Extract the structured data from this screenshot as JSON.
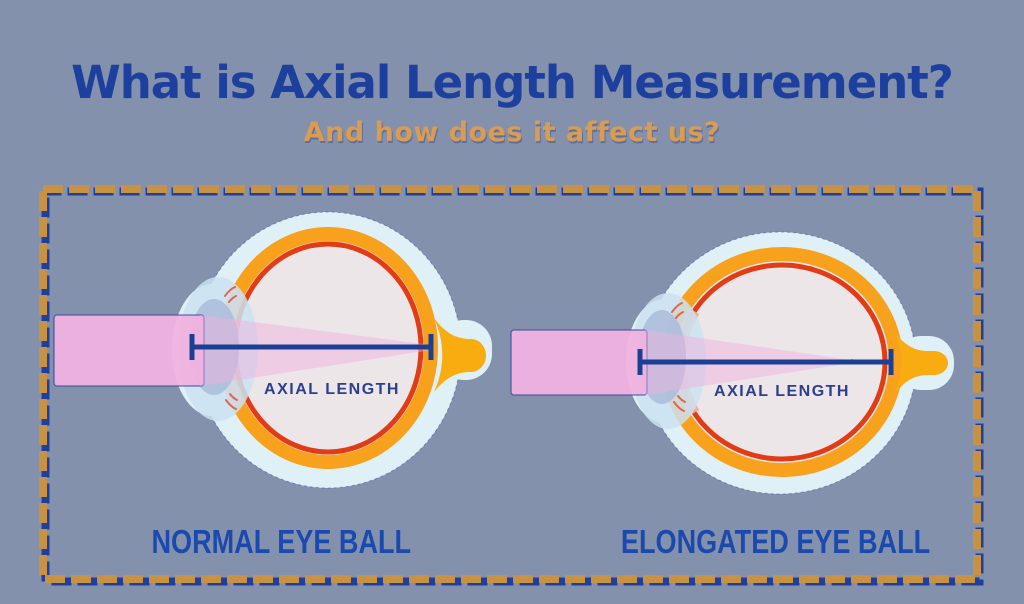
{
  "header": {
    "title": "What is Axial Length Measurement?",
    "subtitle": "And how does it affect us?"
  },
  "panel": {
    "left_eye": {
      "axial_label": "AXIAL LENGTH",
      "caption": "NORMAL EYE BALL"
    },
    "right_eye": {
      "axial_label": "AXIAL LENGTH",
      "caption": "ELONGATED EYE BALL"
    }
  },
  "colors": {
    "background": "#8391AC",
    "title_blue": "#1D3F9E",
    "subtitle_orange": "#D99C50",
    "caption_blue": "#1B4AAE",
    "border_dash_tan": "#C89244",
    "border_dash_navy": "#1E3F9C",
    "eye_halo": "#DFF0F7",
    "anterior_chamber_blue": "#CBE2F1",
    "sclera_ring_orange": "#F7A11D",
    "retina_ring_red": "#E23C17",
    "front_ring_salmon": "#F5A98E",
    "eye_interior": "#ECE6E9",
    "lens_blue": "#ADBEDA",
    "ciliary_red": "#E2644C",
    "light_beam_pink": "#F0B2DF",
    "focal_dot_pink": "#E081BD",
    "measure_line_navy": "#1C3F94",
    "optic_nerve_yellow": "#F9AC10",
    "axial_text_blue": "#2C3E8E"
  }
}
